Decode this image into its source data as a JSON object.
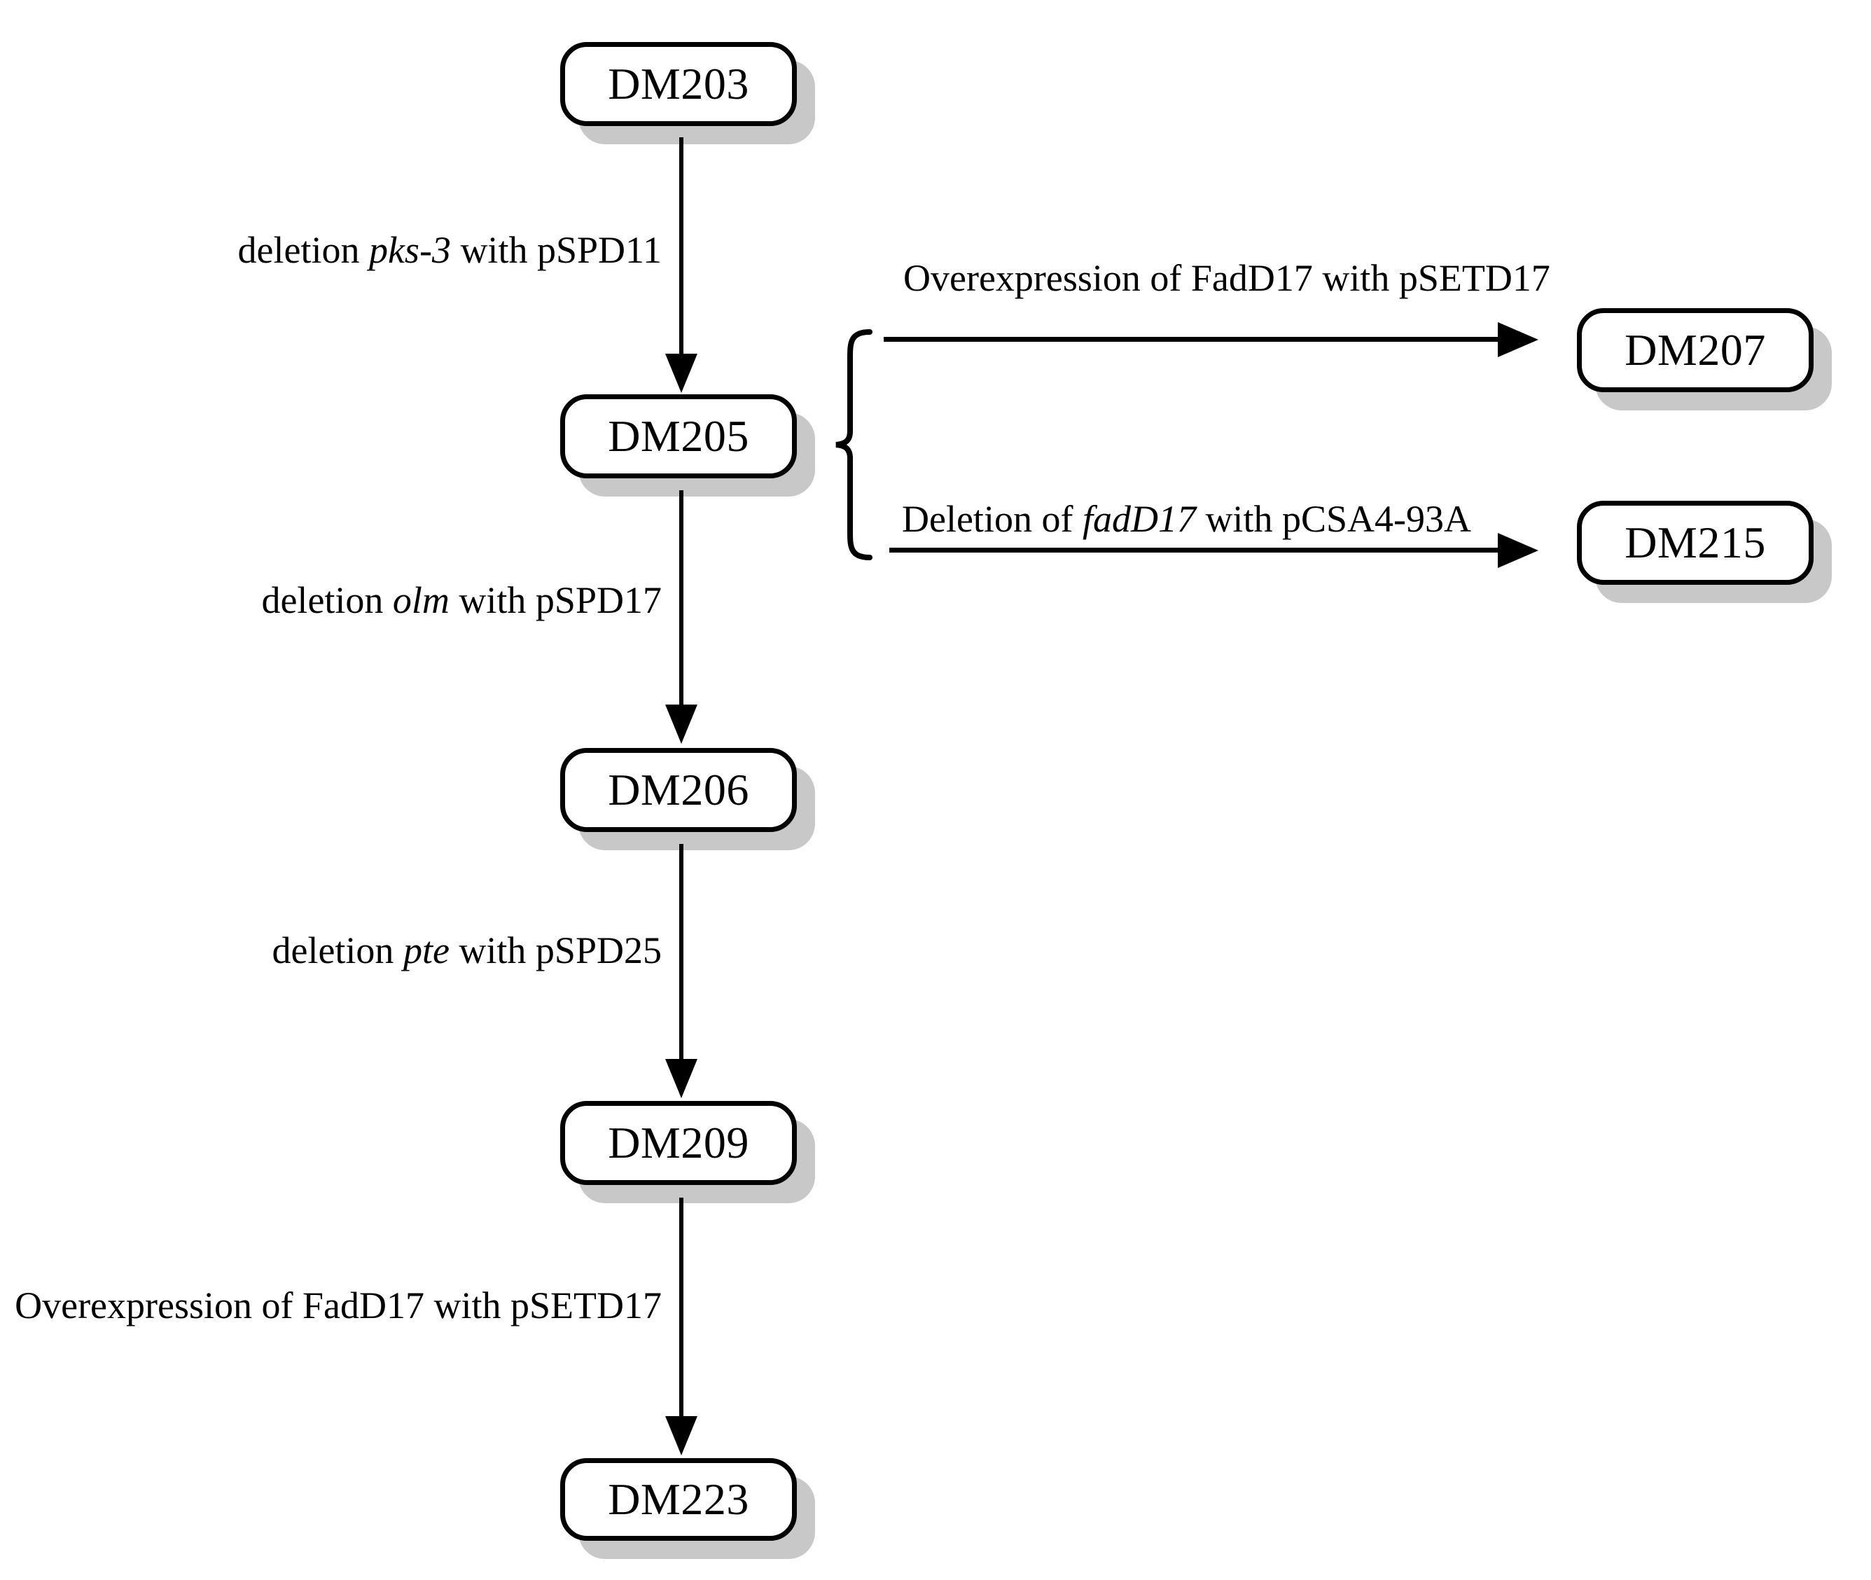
{
  "diagram": {
    "title": "Strain construction lineage flowchart",
    "background_color": "#ffffff",
    "line_color": "#000000",
    "shadow_color": "#c8c8c8",
    "nodes": [
      {
        "id": "dm203",
        "label": "DM203"
      },
      {
        "id": "dm205",
        "label": "DM205"
      },
      {
        "id": "dm206",
        "label": "DM206"
      },
      {
        "id": "dm209",
        "label": "DM209"
      },
      {
        "id": "dm223",
        "label": "DM223"
      },
      {
        "id": "dm207",
        "label": "DM207"
      },
      {
        "id": "dm215",
        "label": "DM215"
      }
    ],
    "edges": [
      {
        "id": "dm203-dm205",
        "from": "DM203",
        "to": "DM205",
        "direction": "down",
        "label_plain": "deletion pks-3 with pSPD11",
        "label_pre": "deletion ",
        "label_italic": "pks-3",
        "label_post": " with pSPD11"
      },
      {
        "id": "dm205-dm206",
        "from": "DM205",
        "to": "DM206",
        "direction": "down",
        "label_plain": "deletion olm with pSPD17",
        "label_pre": "deletion ",
        "label_italic": "olm",
        "label_post": " with pSPD17"
      },
      {
        "id": "dm206-dm209",
        "from": "DM206",
        "to": "DM209",
        "direction": "down",
        "label_plain": "deletion pte with pSPD25",
        "label_pre": "deletion ",
        "label_italic": "pte",
        "label_post": " with pSPD25"
      },
      {
        "id": "dm209-dm223",
        "from": "DM209",
        "to": "DM223",
        "direction": "down",
        "label_plain": "Overexpression of FadD17 with pSETD17",
        "label_pre": "Overexpression of FadD17 with pSETD17",
        "label_italic": "",
        "label_post": ""
      },
      {
        "id": "dm205-dm207",
        "from": "DM205",
        "to": "DM207",
        "direction": "right",
        "label_plain": "Overexpression of FadD17 with pSETD17",
        "label_pre": "Overexpression of FadD17 with pSETD17",
        "label_italic": "",
        "label_post": ""
      },
      {
        "id": "dm205-dm215",
        "from": "DM205",
        "to": "DM215",
        "direction": "right",
        "label_plain": "Deletion of fadD17 with pCSA4-93A",
        "label_pre": "Deletion of ",
        "label_italic": "fadD17",
        "label_post": " with pCSA4-93A"
      }
    ],
    "brace": {
      "id": "dm205-branch-brace",
      "glyph": "{",
      "source": "DM205",
      "targets": [
        "DM207",
        "DM215"
      ]
    }
  }
}
